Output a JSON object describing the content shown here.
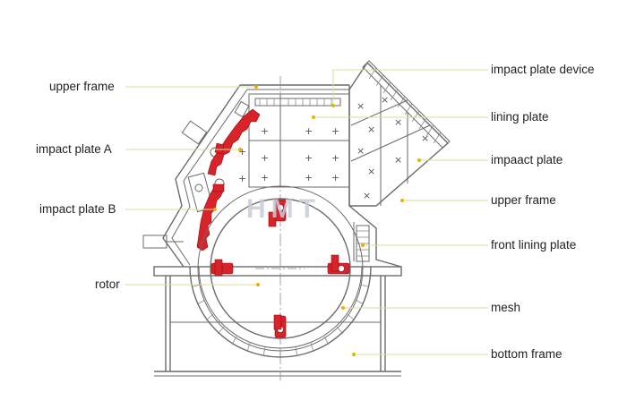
{
  "labels": {
    "upper_frame_left": "upper frame",
    "impact_plate_a": "impact plate A",
    "impact_plate_b": "impact plate B",
    "rotor": "rotor",
    "impact_plate_device": "impact plate device",
    "lining_plate": "lining plate",
    "impaact_plate": "impaact plate",
    "upper_frame_right": "upper frame",
    "front_lining_plate": "front lining plate",
    "mesh": "mesh",
    "bottom_frame": "bottom frame"
  },
  "watermark": "HMT",
  "colors": {
    "impact_parts": "#d8232a",
    "leader_lines": "#d9dd9a",
    "outline": "#6b6b6b",
    "label_text": "#222222"
  }
}
